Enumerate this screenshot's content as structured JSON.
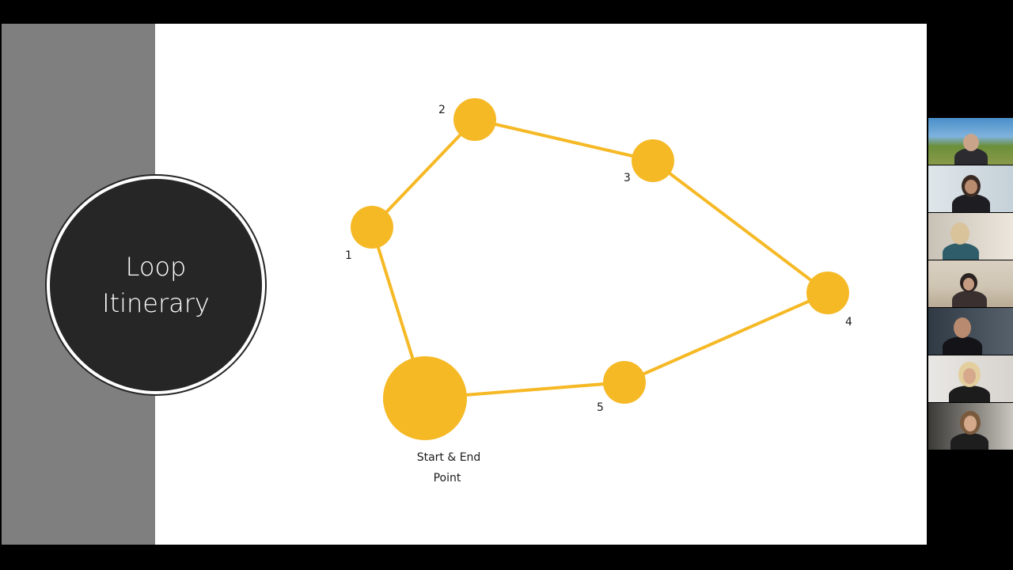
{
  "slide": {
    "title_line1": "Loop",
    "title_line2": "Itinerary",
    "stops": {
      "start_label_line1": "Start & End",
      "start_label_line2": "Point",
      "s1": "1",
      "s2": "2",
      "s3": "3",
      "s4": "4",
      "s5": "5"
    }
  },
  "colors": {
    "accent": "#F6B926",
    "band": "#7F7F7F",
    "title_circle": "#262626",
    "background": "#000000"
  },
  "participants": {
    "count": 7,
    "items": [
      {
        "name": "participant-1-video"
      },
      {
        "name": "participant-2-video"
      },
      {
        "name": "participant-3-video"
      },
      {
        "name": "participant-4-video"
      },
      {
        "name": "participant-5-video"
      },
      {
        "name": "participant-6-video"
      },
      {
        "name": "participant-7-video"
      }
    ]
  }
}
